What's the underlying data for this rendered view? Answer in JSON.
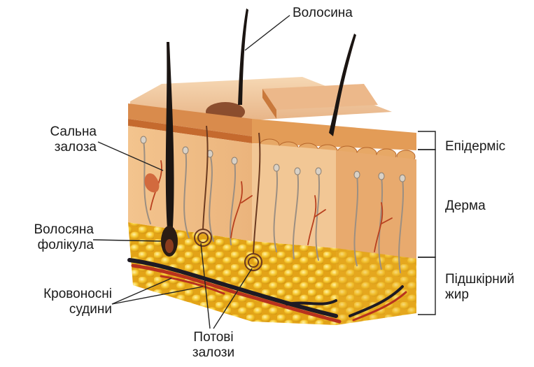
{
  "labels": {
    "hair": "Волосина",
    "sebaceous_line1": "Сальна",
    "sebaceous_line2": "залоза",
    "follicle_line1": "Волосяна",
    "follicle_line2": "фолікула",
    "vessels_line1": "Кровоносні",
    "vessels_line2": "судини",
    "sweat_line1": "Потові",
    "sweat_line2": "залози",
    "epidermis": "Епідерміс",
    "dermis": "Дерма",
    "fat_line1": "Підшкірний",
    "fat_line2": "жир"
  },
  "colors": {
    "epidermis": "#e0a060",
    "epidermis_dark": "#c46a2c",
    "dermis": "#f0c08a",
    "dermis_side": "#e8a86a",
    "fat": "#f2c02a",
    "fat_dark": "#d89a10",
    "hair": "#1b1512",
    "vessel_red": "#b8321e",
    "vessel_dark": "#1e1a24",
    "nerve": "#9a8e80",
    "pointer": "#222222"
  }
}
